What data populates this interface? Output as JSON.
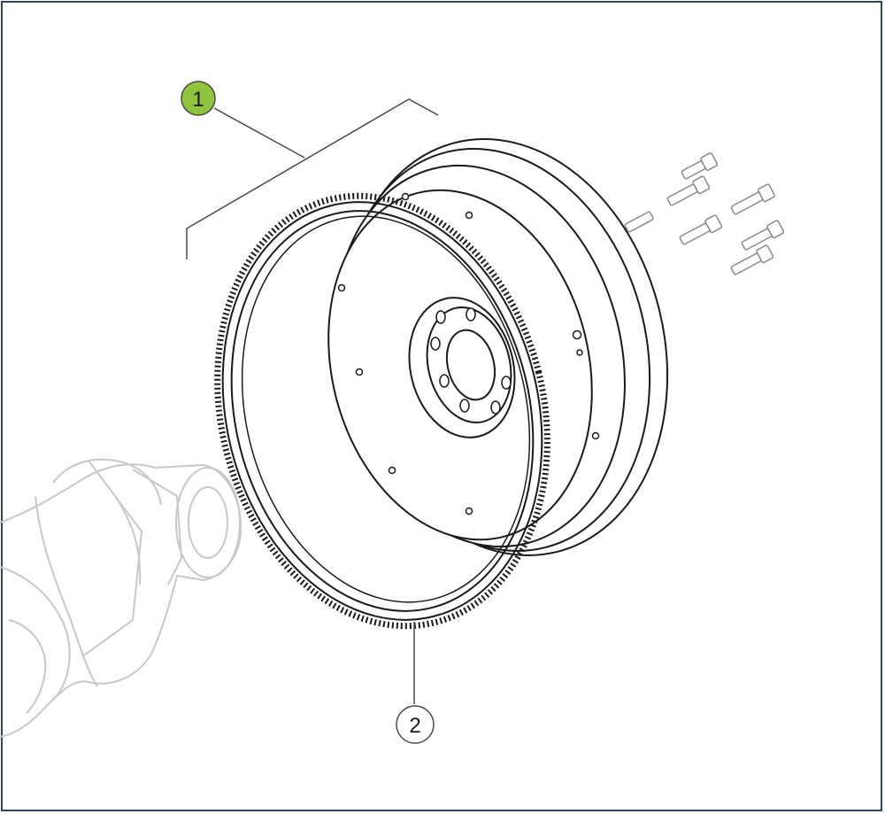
{
  "callouts": [
    {
      "id": "1",
      "label": "1",
      "highlighted": true
    },
    {
      "id": "2",
      "label": "2",
      "highlighted": false
    }
  ],
  "colors": {
    "frame": "#2f4660",
    "callout_highlight": "#8fc43c",
    "line": "#1a1a1a",
    "ghost": "#c8c8c8"
  }
}
